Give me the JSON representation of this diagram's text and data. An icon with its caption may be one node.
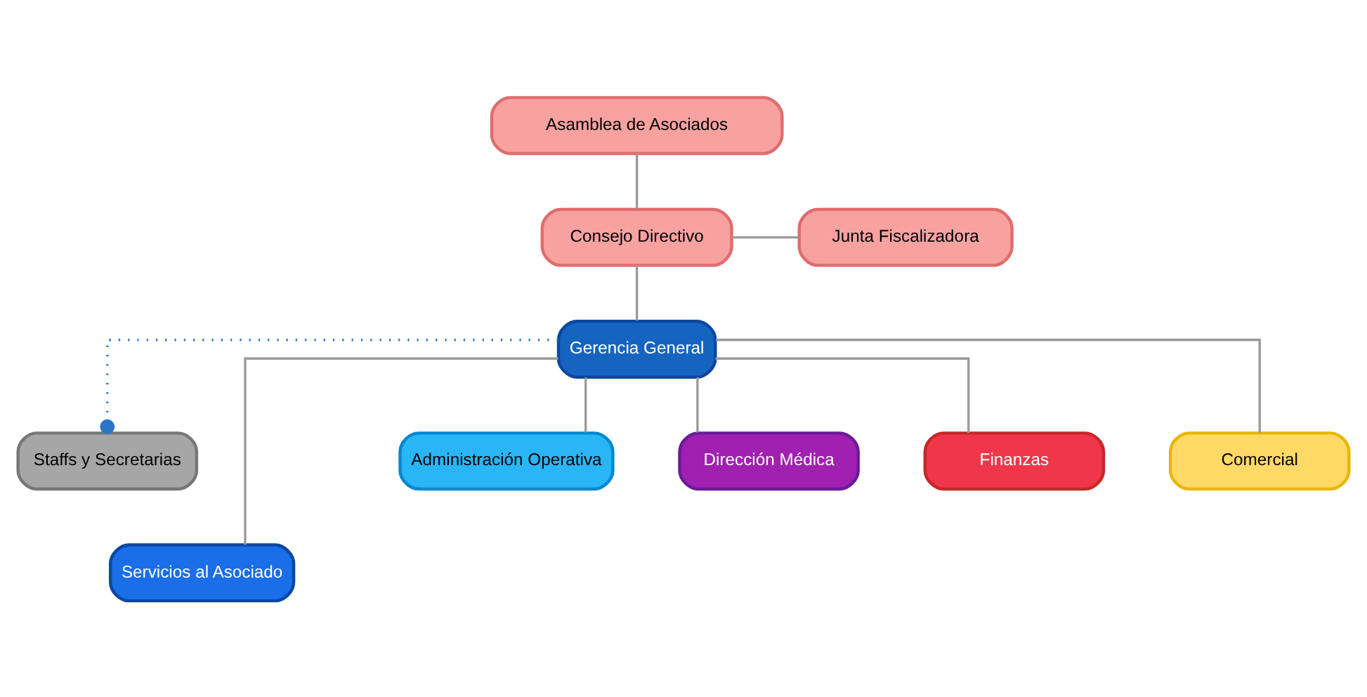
{
  "diagram": {
    "nodes": [
      {
        "text": [
          "Asamblea de Asociados"
        ]
      },
      {
        "text": [
          "Consejo Directivo"
        ]
      },
      {
        "text": [
          "Junta Fiscalizadora"
        ]
      },
      {
        "text": [
          "Gerencia General"
        ]
      },
      {
        "text": [
          "Staffs y Secretarias"
        ]
      },
      {
        "text": [
          "Servicios al Asociado"
        ]
      },
      {
        "text": [
          "Administración Operativa"
        ]
      },
      {
        "text": [
          "Dirección Médica"
        ]
      },
      {
        "text": [
          "Finanzas"
        ]
      },
      {
        "text": [
          "Comercial"
        ]
      }
    ],
    "edges": [
      {
        "from": 0,
        "to": 1,
        "arrow": "none"
      },
      {
        "from": 1,
        "to": 2,
        "arrow": "none"
      },
      {
        "from": 1,
        "to": 3,
        "arrow": "none"
      },
      {
        "from": 3,
        "to": 4,
        "arrow": "other",
        "style": "dashed",
        "color": "#2e75c8"
      },
      {
        "from": 3,
        "to": 5,
        "arrow": "none"
      },
      {
        "from": 3,
        "to": 6,
        "arrow": "none"
      },
      {
        "from": 3,
        "to": 7,
        "arrow": "none"
      },
      {
        "from": 3,
        "to": 8,
        "arrow": "none"
      },
      {
        "from": 3,
        "to": 9,
        "arrow": "none"
      }
    ]
  }
}
